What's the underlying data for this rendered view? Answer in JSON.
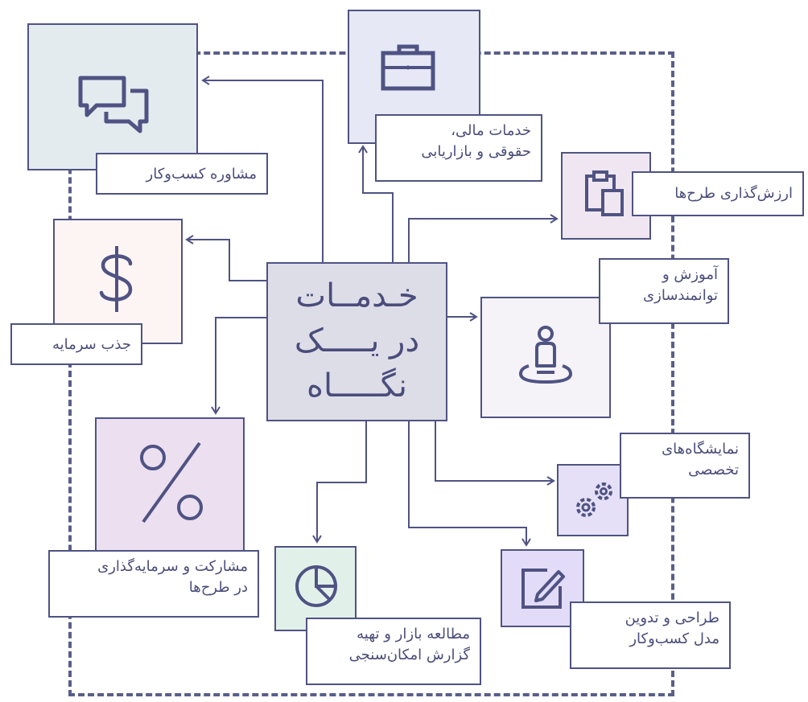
{
  "center": {
    "line1": "خـدمــات",
    "line2": "در یـــــک",
    "line3": "نگـــــاه"
  },
  "nodes": {
    "consulting": "مشاوره کسب‌وکار",
    "financial": "خدمات مالی،\nحقوقی و بازاریابی",
    "evaluation": "ارزش‌گذاری طرح‌ها",
    "investment": "جذب سرمایه",
    "training": "آموزش و\nتوانمندسازی",
    "partnership": "مشارکت و سرمایه‌گذاری\nدر طرح‌ها",
    "exhibitions": "نمایشگاه‌های\nتخصصی",
    "market_study": "مطالعه بازار و تهیه\nگزارش امکان‌سنجی",
    "business_model": "طراحی و تدوین\nمدل کسب‌وکار"
  },
  "colors": {
    "stroke": "#4f5383",
    "consulting_bg": "#e3ebef",
    "financial_bg": "#e6e9f5",
    "evaluation_bg": "#efe6f1",
    "investment_bg": "#fdf5f4",
    "training_bg": "#f5f2f8",
    "partnership_bg": "#ebdff0",
    "market_study_bg": "#e2f0ea",
    "exhibitions_bg": "#e5dff8",
    "business_model_bg": "#e3dcf8"
  },
  "icons": {
    "consulting": "chat-bubbles-icon",
    "financial": "briefcase-icon",
    "evaluation": "clipboard-icon",
    "investment": "dollar-icon",
    "training": "person-target-icon",
    "partnership": "percent-icon",
    "market_study": "pie-chart-icon",
    "exhibitions": "gears-icon",
    "business_model": "edit-icon"
  }
}
